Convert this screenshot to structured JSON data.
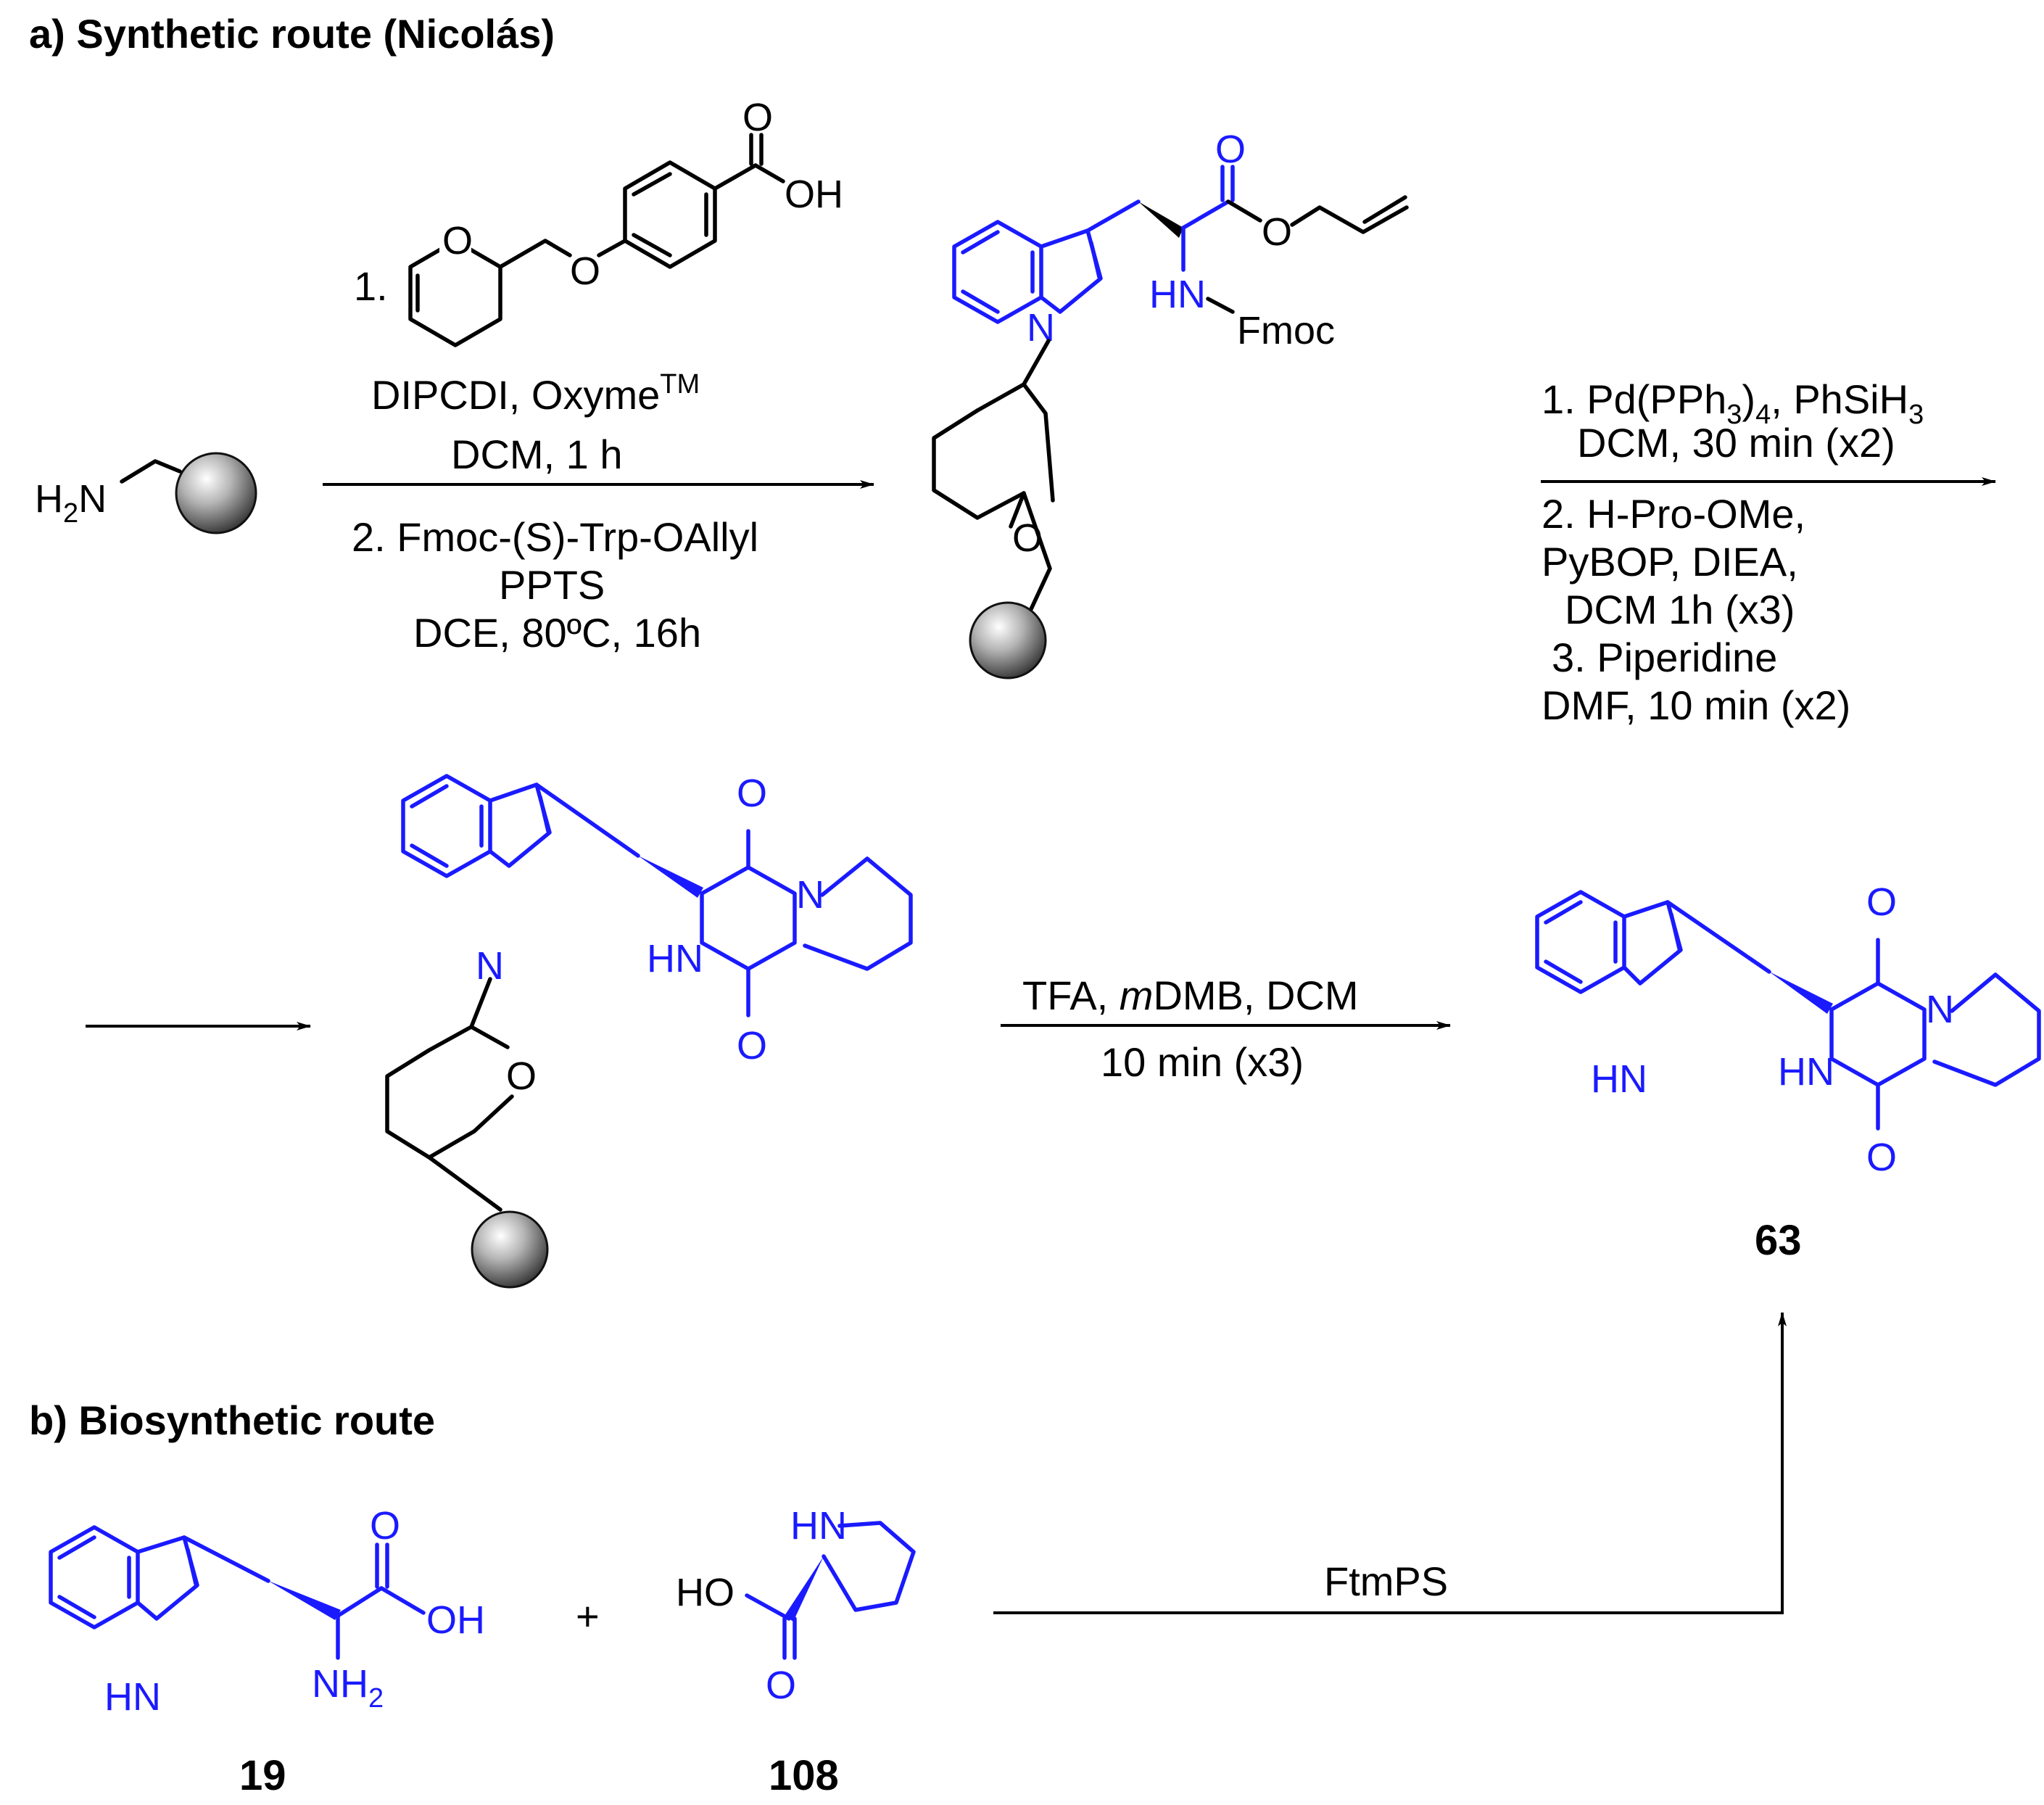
{
  "titles": {
    "a": "a) Synthetic route (Nicolás)",
    "b": "b) Biosynthetic route"
  },
  "colors": {
    "product_highlight": "#1a1aff",
    "bond": "#000000",
    "bead": "#808080"
  },
  "step1": {
    "reagent_prefix": "1.",
    "line1": "DIPCDI, Oxyme",
    "line1_sup": "TM",
    "line2": "DCM, 1 h",
    "line3": "2. Fmoc-(S)-Trp-OAllyl",
    "line4": "PPTS",
    "line5": "DCE, 80ºC, 16h"
  },
  "step2": {
    "line1": "1. Pd(PPh3)4, PhSiH3",
    "line2": "DCM, 30 min (x2)",
    "line3": "2. H-Pro-OMe,",
    "line4": "PyBOP, DIEA,",
    "line5": "DCM 1h (x3)",
    "line6": "3. Piperidine",
    "line7": "DMF,  10 min (x2)"
  },
  "step3": {
    "line1": "TFA, mDMB, DCM",
    "line2": "10 min (x3)"
  },
  "step4": {
    "enzyme": "FtmPS",
    "plus": "+"
  },
  "atoms": {
    "h2n": "H2N",
    "o": "O",
    "oh": "OH",
    "n": "N",
    "hn": "HN",
    "nh2": "NH2",
    "ho": "HO",
    "fmoc": "Fmoc"
  },
  "compounds": {
    "product": "63",
    "tryptophan": "19",
    "proline": "108"
  }
}
